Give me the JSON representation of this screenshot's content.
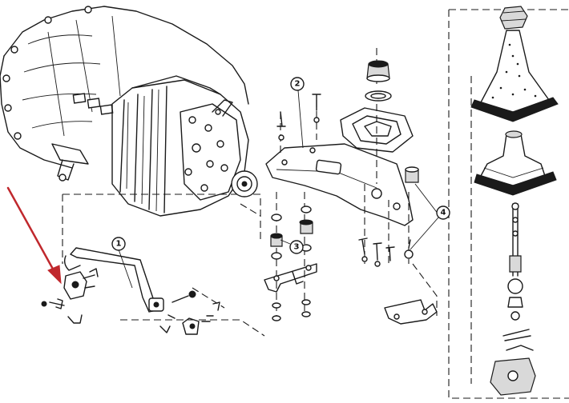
{
  "callouts": [
    {
      "label": "1"
    },
    {
      "label": "2"
    },
    {
      "label": "3"
    },
    {
      "label": "4"
    }
  ],
  "colors": {
    "line": "#1a1a1a",
    "arrow": "#c0282d",
    "background": "#ffffff"
  }
}
